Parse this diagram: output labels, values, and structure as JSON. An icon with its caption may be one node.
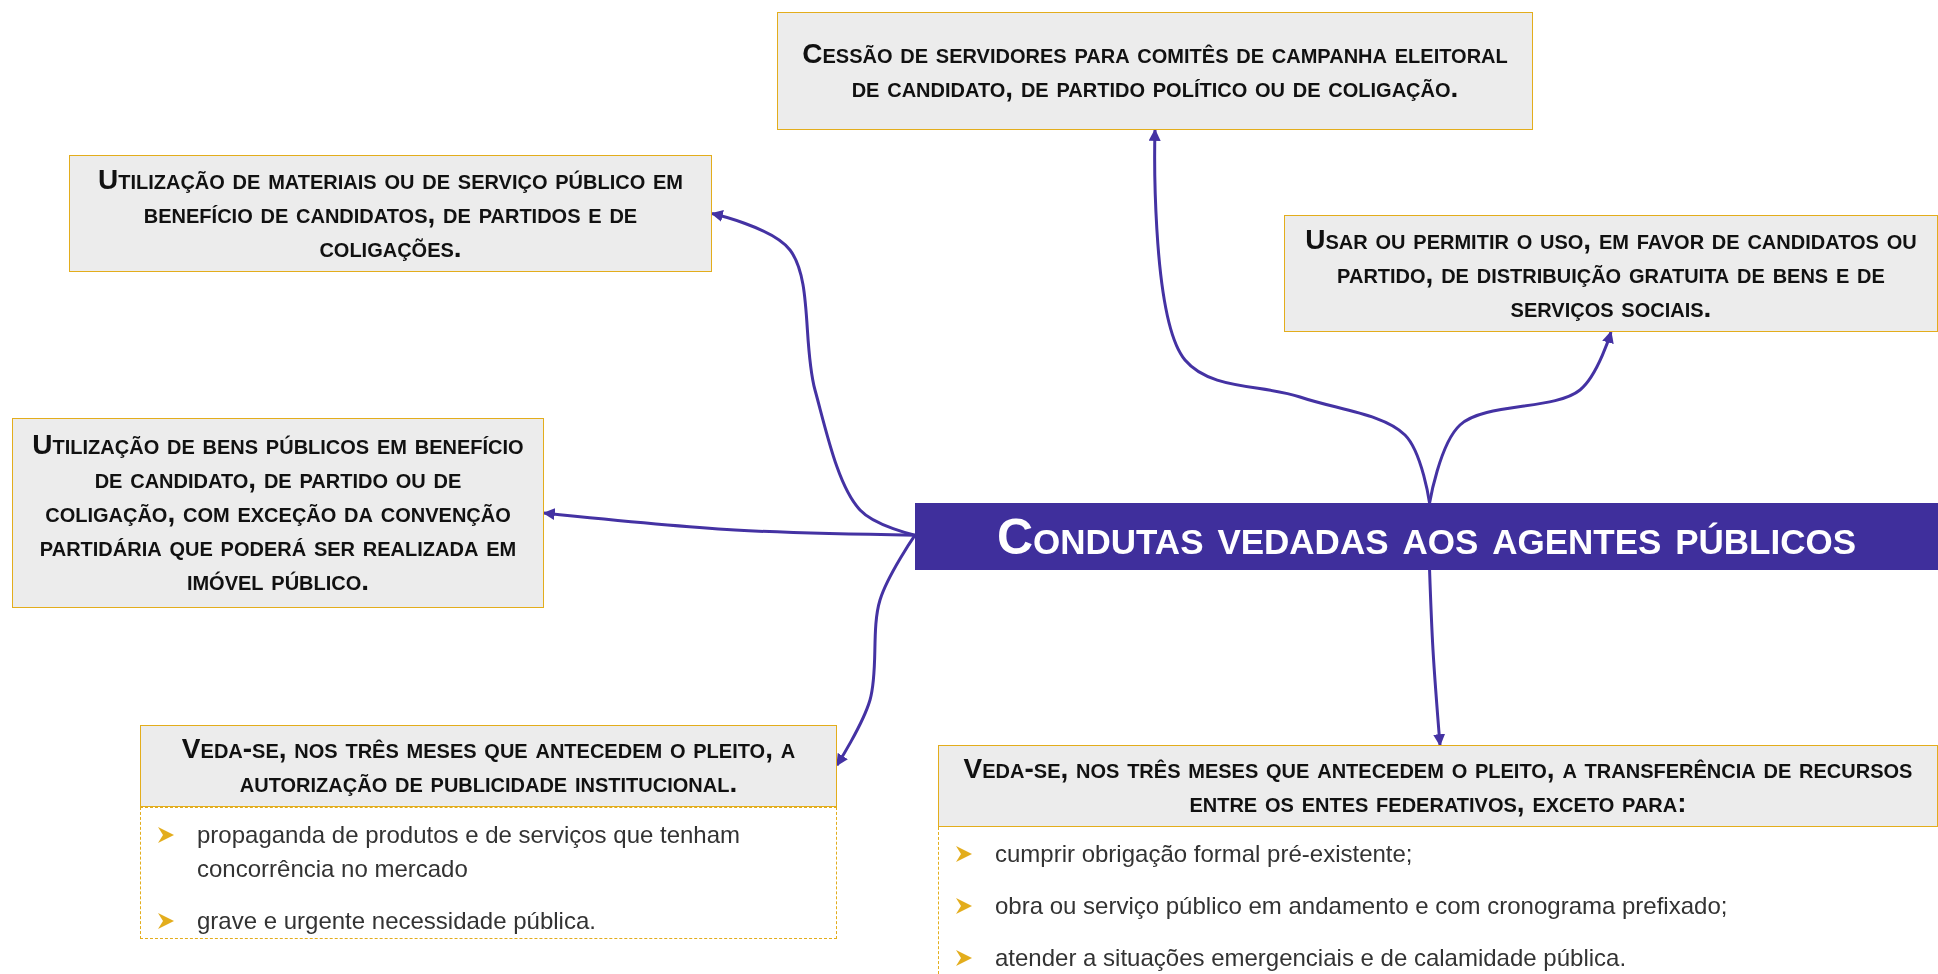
{
  "diagram": {
    "nodes": [
      {
        "text": [
          "Cessão de servidores para comitês de campanha eleitoral de candidato, de partido político ou de coligação."
        ]
      },
      {
        "text": [
          "Utilização de materiais ou de serviço público em benefício de candidatos, de partidos e de coligações."
        ]
      },
      {
        "text": [
          "Usar ou permitir o uso, em favor de candidatos ou partido, de distribuição gratuita de bens e de serviços sociais."
        ]
      },
      {
        "text": [
          "Utilização de bens públicos em benefício de candidato, de partido ou de coligação, com exceção da convenção partidária que poderá ser realizada em imóvel público."
        ]
      },
      {
        "text": [
          "Condutas vedadas aos agentes públicos"
        ]
      },
      {
        "text": [
          "Veda-se, nos três meses que antecedem o pleito, a autorização de publicidade institucional."
        ]
      },
      {
        "text": [
          "propaganda de produtos e de serviços que tenham concorrência no mercado",
          "grave e urgente necessidade pública."
        ]
      },
      {
        "text": [
          "Veda-se, nos três meses que antecedem o pleito, a transferência de recursos entre os entes federativos, exceto para:"
        ]
      },
      {
        "text": [
          "cumprir obrigação formal pré-existente;",
          "obra ou serviço público em andamento e com cronograma prefixado;",
          "atender a situações emergenciais e de calamidade pública."
        ]
      }
    ],
    "edges": [
      {
        "from": 4,
        "to": 0,
        "arrow": "to"
      },
      {
        "from": 4,
        "to": 1,
        "arrow": "to"
      },
      {
        "from": 4,
        "to": 2,
        "arrow": "to"
      },
      {
        "from": 4,
        "to": 3,
        "arrow": "to"
      },
      {
        "from": 4,
        "to": 5,
        "arrow": "to"
      },
      {
        "from": 4,
        "to": 7,
        "arrow": "to"
      }
    ]
  }
}
